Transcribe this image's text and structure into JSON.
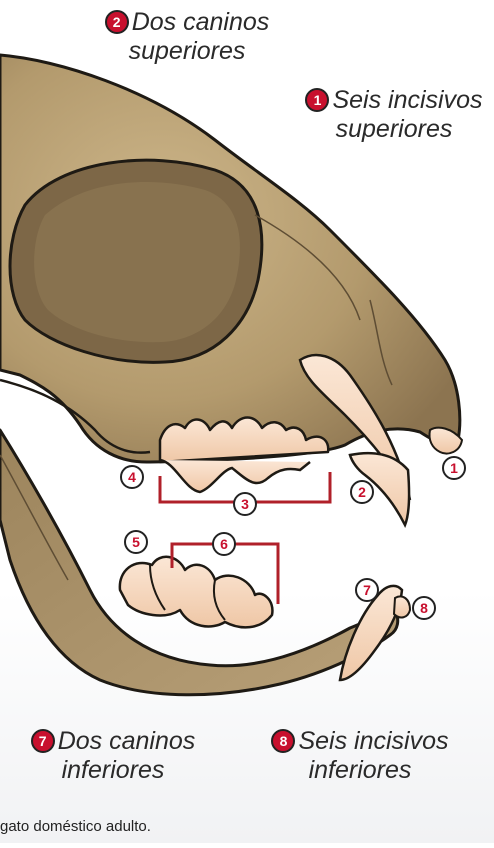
{
  "labels": {
    "upper_canines": {
      "number": "2",
      "line1": "Dos caninos",
      "line2": "superiores"
    },
    "upper_incisors": {
      "number": "1",
      "line1": "Seis incisivos",
      "line2": "superiores"
    },
    "lower_canines": {
      "number": "7",
      "line1": "Dos caninos",
      "line2": "inferiores"
    },
    "lower_incisors": {
      "number": "8",
      "line1": "Seis incisivos",
      "line2": "inferiores"
    }
  },
  "markers": {
    "m1": "1",
    "m2": "2",
    "m3": "3",
    "m4": "4",
    "m5": "5",
    "m6": "6",
    "m7": "7",
    "m8": "8"
  },
  "caption": "gato doméstico adulto.",
  "colors": {
    "bone": "#bfa67a",
    "bone_shadow": "#8c7450",
    "outline": "#1e1a14",
    "tooth": "#f6d9c2",
    "bracket": "#b0202a",
    "badge_number": "#c8102e"
  }
}
